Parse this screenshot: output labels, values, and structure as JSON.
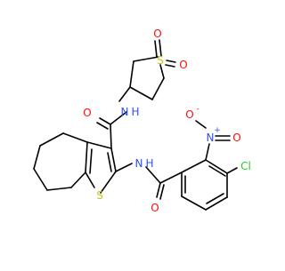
{
  "molecule": {
    "atoms": {
      "sulfone_s": "S",
      "sulfone_o_left": "O",
      "sulfone_o_right": "O",
      "amide1_o": "O",
      "amide1_nh": "N",
      "amide1_h": "H",
      "thiophene_s": "S",
      "amide2_nh": "N",
      "amide2_h": "H",
      "amide2_o": "O",
      "nitro_n": "N",
      "nitro_plus": "+",
      "nitro_o_top": "O",
      "nitro_o_minus": "-",
      "nitro_o_right": "O",
      "chlorine": "Cl"
    },
    "colors": {
      "carbon_bond": "#000000",
      "oxygen": "#ff0d0d",
      "nitrogen": "#3050f8",
      "sulfur": "#c6c61a",
      "chlorine": "#1fd01f"
    }
  }
}
